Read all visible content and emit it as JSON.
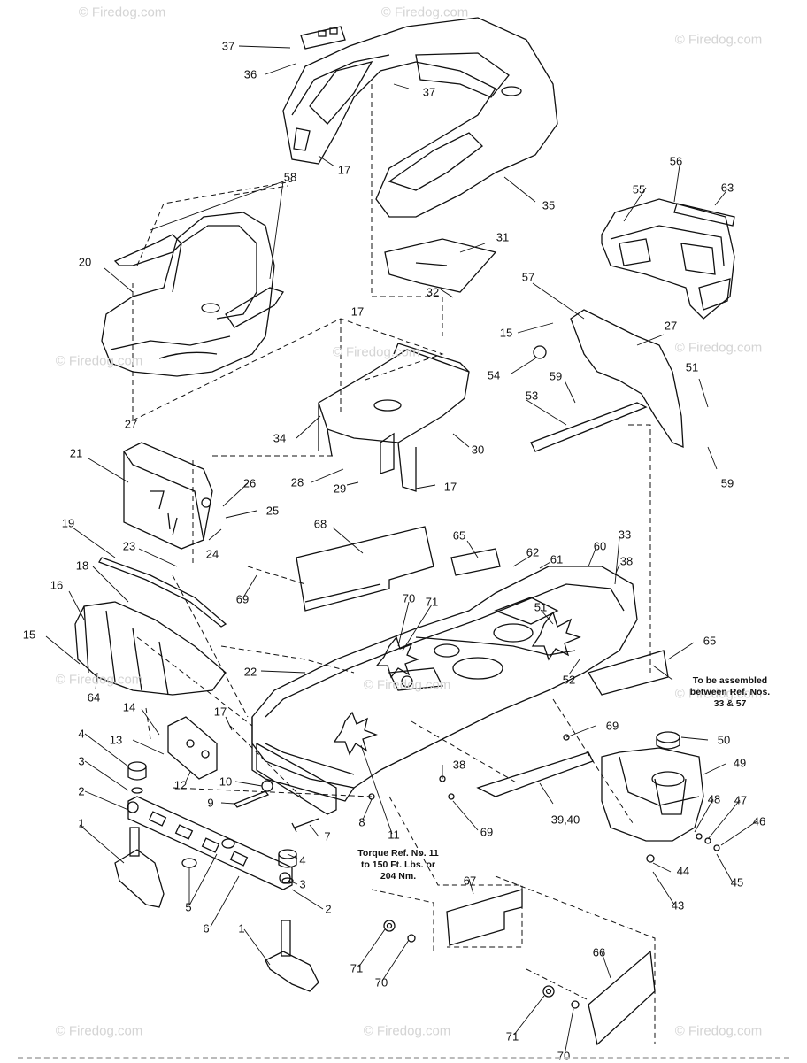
{
  "watermark": "© Firedog.com",
  "labels": [
    {
      "id": "37a",
      "text": "37"
    },
    {
      "id": "36",
      "text": "36"
    },
    {
      "id": "37b",
      "text": "37"
    },
    {
      "id": "17a",
      "text": "17"
    },
    {
      "id": "35",
      "text": "35"
    },
    {
      "id": "58",
      "text": "58"
    },
    {
      "id": "20",
      "text": "20"
    },
    {
      "id": "56",
      "text": "56"
    },
    {
      "id": "55",
      "text": "55"
    },
    {
      "id": "63",
      "text": "63"
    },
    {
      "id": "31",
      "text": "31"
    },
    {
      "id": "32",
      "text": "32"
    },
    {
      "id": "57",
      "text": "57"
    },
    {
      "id": "15a",
      "text": "15"
    },
    {
      "id": "27a",
      "text": "27"
    },
    {
      "id": "17b",
      "text": "17"
    },
    {
      "id": "54",
      "text": "54"
    },
    {
      "id": "59a",
      "text": "59"
    },
    {
      "id": "51a",
      "text": "51"
    },
    {
      "id": "53",
      "text": "53"
    },
    {
      "id": "59b",
      "text": "59"
    },
    {
      "id": "27b",
      "text": "27"
    },
    {
      "id": "34",
      "text": "34"
    },
    {
      "id": "30",
      "text": "30"
    },
    {
      "id": "21",
      "text": "21"
    },
    {
      "id": "26",
      "text": "26"
    },
    {
      "id": "28",
      "text": "28"
    },
    {
      "id": "29",
      "text": "29"
    },
    {
      "id": "17c",
      "text": "17"
    },
    {
      "id": "25",
      "text": "25"
    },
    {
      "id": "24",
      "text": "24"
    },
    {
      "id": "19",
      "text": "19"
    },
    {
      "id": "23",
      "text": "23"
    },
    {
      "id": "68",
      "text": "68"
    },
    {
      "id": "65a",
      "text": "65"
    },
    {
      "id": "62",
      "text": "62"
    },
    {
      "id": "61",
      "text": "61"
    },
    {
      "id": "60",
      "text": "60"
    },
    {
      "id": "33",
      "text": "33"
    },
    {
      "id": "38a",
      "text": "38"
    },
    {
      "id": "18",
      "text": "18"
    },
    {
      "id": "16",
      "text": "16"
    },
    {
      "id": "69a",
      "text": "69"
    },
    {
      "id": "70a",
      "text": "70"
    },
    {
      "id": "71a",
      "text": "71"
    },
    {
      "id": "51b",
      "text": "51"
    },
    {
      "id": "65b",
      "text": "65"
    },
    {
      "id": "15b",
      "text": "15"
    },
    {
      "id": "22",
      "text": "22"
    },
    {
      "id": "64",
      "text": "64"
    },
    {
      "id": "52",
      "text": "52"
    },
    {
      "id": "14",
      "text": "14"
    },
    {
      "id": "17d",
      "text": "17"
    },
    {
      "id": "69b",
      "text": "69"
    },
    {
      "id": "50",
      "text": "50"
    },
    {
      "id": "4a",
      "text": "4"
    },
    {
      "id": "13",
      "text": "13"
    },
    {
      "id": "49",
      "text": "49"
    },
    {
      "id": "3a",
      "text": "3"
    },
    {
      "id": "12",
      "text": "12"
    },
    {
      "id": "10",
      "text": "10"
    },
    {
      "id": "38b",
      "text": "38"
    },
    {
      "id": "2a",
      "text": "2"
    },
    {
      "id": "9",
      "text": "9"
    },
    {
      "id": "8",
      "text": "8"
    },
    {
      "id": "39",
      "text": "39,40"
    },
    {
      "id": "48",
      "text": "48"
    },
    {
      "id": "47",
      "text": "47"
    },
    {
      "id": "46",
      "text": "46"
    },
    {
      "id": "69c",
      "text": "69"
    },
    {
      "id": "1a",
      "text": "1"
    },
    {
      "id": "7",
      "text": "7"
    },
    {
      "id": "11",
      "text": "11"
    },
    {
      "id": "4b",
      "text": "4"
    },
    {
      "id": "44",
      "text": "44"
    },
    {
      "id": "45",
      "text": "45"
    },
    {
      "id": "3b",
      "text": "3"
    },
    {
      "id": "67",
      "text": "67"
    },
    {
      "id": "5",
      "text": "5"
    },
    {
      "id": "2b",
      "text": "2"
    },
    {
      "id": "43",
      "text": "43"
    },
    {
      "id": "6",
      "text": "6"
    },
    {
      "id": "1b",
      "text": "1"
    },
    {
      "id": "71b",
      "text": "71"
    },
    {
      "id": "70b",
      "text": "70"
    },
    {
      "id": "66",
      "text": "66"
    },
    {
      "id": "71c",
      "text": "71"
    },
    {
      "id": "70c",
      "text": "70"
    }
  ],
  "notes": {
    "assemble": "To be assembled\nbetween Ref. Nos.\n33 & 57",
    "torque": "Torque Ref. No. 11\nto 150 Ft. Lbs. or\n204 Nm."
  },
  "colors": {
    "line": "#111111",
    "watermark": "#d4d4d4",
    "shade": "#888888"
  }
}
